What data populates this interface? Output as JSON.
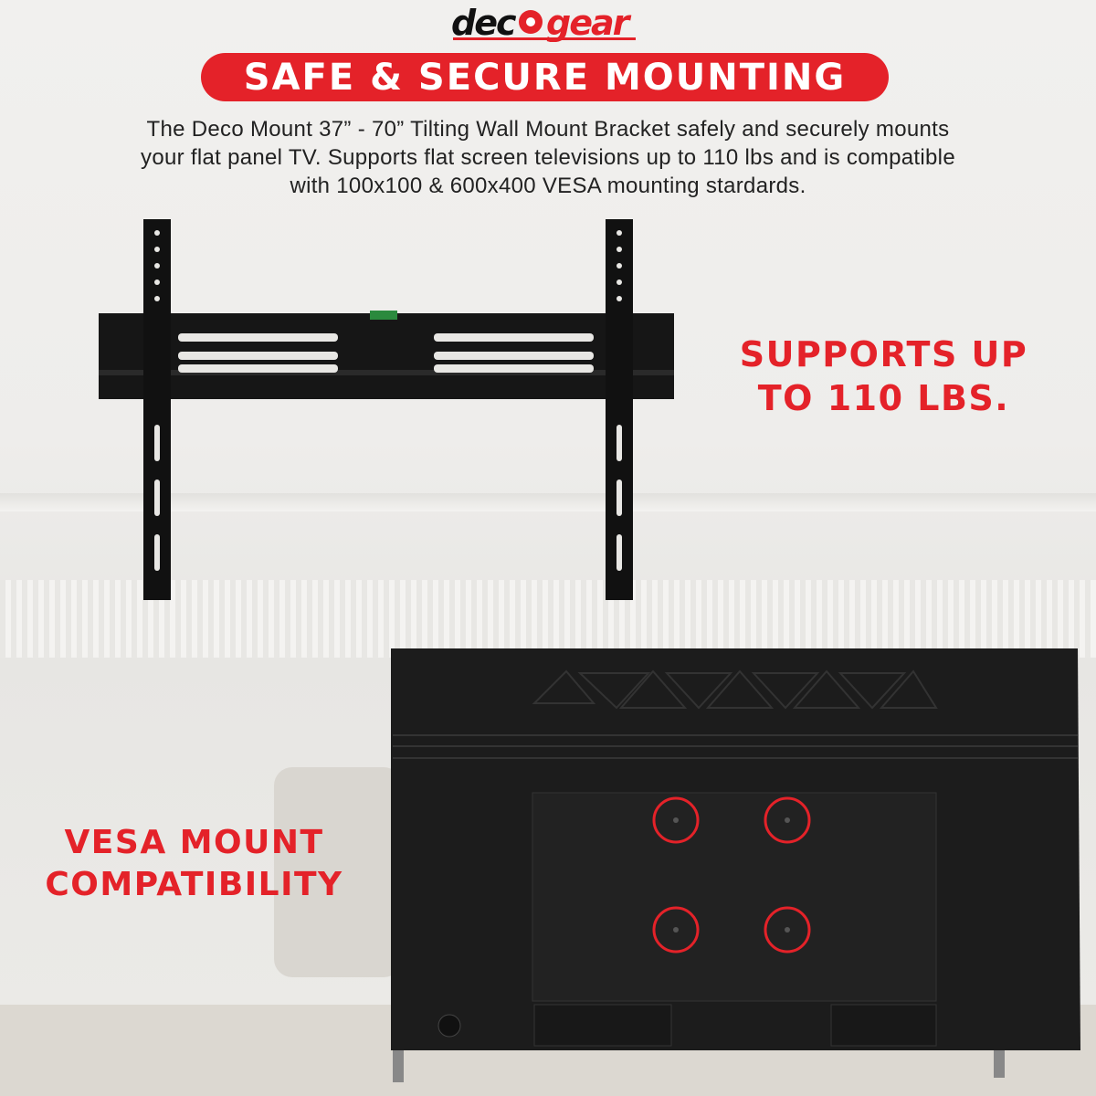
{
  "brand": {
    "logo_text": "decogear"
  },
  "header": {
    "title": "SAFE & SECURE MOUNTING"
  },
  "description": {
    "line1": "The Deco Mount 37” - 70” Tilting Wall Mount Bracket safely and securely mounts",
    "line2": "your flat panel TV. Supports flat screen televisions up to 110 lbs and is compatible",
    "line3": "with 100x100 & 600x400 VESA mounting stardards."
  },
  "callouts": {
    "supports_line1": "SUPPORTS UP",
    "supports_line2": "TO 110 LBS.",
    "vesa_line1": "VESA MOUNT",
    "vesa_line2": "COMPATIBILITY"
  },
  "colors": {
    "accent": "#e42229",
    "bracket": "#151515",
    "tv": "#1c1c1c"
  }
}
